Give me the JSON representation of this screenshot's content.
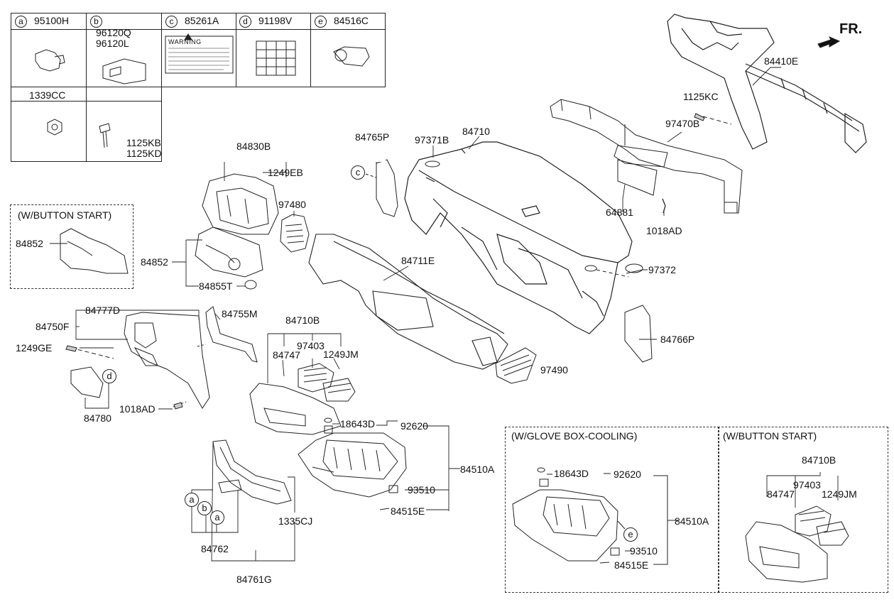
{
  "direction_label": "FR.",
  "legend": {
    "row1": [
      {
        "ref": "a",
        "part": "95100H"
      },
      {
        "ref": "b",
        "part_line1": "96120Q",
        "part_line2": "96120L"
      },
      {
        "ref": "c",
        "part": "85261A",
        "warning_label": "WARNING"
      },
      {
        "ref": "d",
        "part": "91198V"
      },
      {
        "ref": "e",
        "part": "84516C"
      }
    ],
    "row2": [
      {
        "part": "1339CC"
      },
      {
        "part_line1": "1125KB",
        "part_line2": "1125KD"
      }
    ]
  },
  "boxes": {
    "button_start_left": "(W/BUTTON START)",
    "glove_box_cooling": "(W/GLOVE BOX-COOLING)",
    "button_start_right": "(W/BUTTON START)"
  },
  "labels": {
    "p84410E": "84410E",
    "p1125KC": "1125KC",
    "p97470B": "97470B",
    "p64881": "64881",
    "p1018AD_top": "1018AD",
    "p84765P": "84765P",
    "p97371B": "97371B",
    "p84710": "84710",
    "p84830B": "84830B",
    "p1249EB": "1249EB",
    "p97480": "97480",
    "p84852_box": "84852",
    "p84852": "84852",
    "p84855T": "84855T",
    "p84711E": "84711E",
    "p97372": "97372",
    "p84766P": "84766P",
    "p84777D": "84777D",
    "p84750F": "84750F",
    "p1249GE": "1249GE",
    "p84755M": "84755M",
    "p84710B": "84710B",
    "p84747": "84747",
    "p97403": "97403",
    "p1249JM": "1249JM",
    "p97490": "97490",
    "p84780": "84780",
    "p1018AD_left": "1018AD",
    "p18643D": "18643D",
    "p92620": "92620",
    "p84510A": "84510A",
    "p93510": "93510",
    "p84515E": "84515E",
    "p1335CJ": "1335CJ",
    "p84762": "84762",
    "p84761G": "84761G",
    "g18643D": "18643D",
    "g92620": "92620",
    "g84510A": "84510A",
    "g93510": "93510",
    "g84515E": "84515E",
    "b84710B": "84710B",
    "b97403": "97403",
    "b84747": "84747",
    "b1249JM": "1249JM"
  },
  "ref_circles": {
    "c1": "c",
    "d1": "d",
    "a1": "a",
    "b1": "b",
    "a2": "a",
    "e1": "e"
  }
}
